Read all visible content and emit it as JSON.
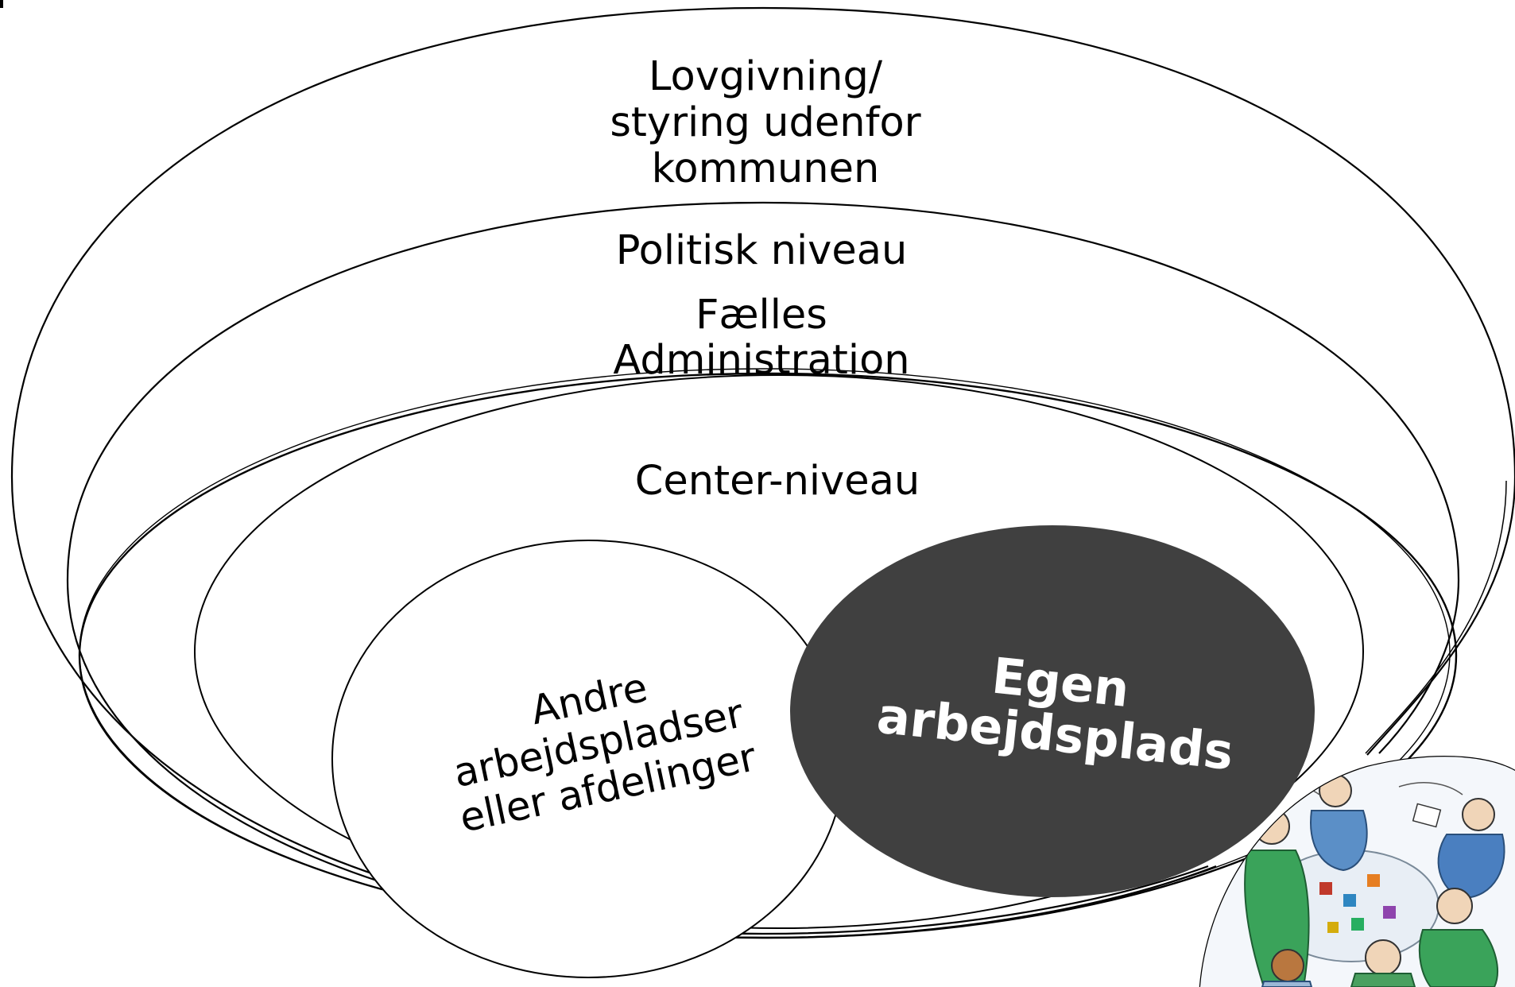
{
  "diagram": {
    "levels": {
      "level1": {
        "line1": "Lovgivning/",
        "line2": "styring udenfor",
        "line3": "kommunen"
      },
      "level2": {
        "label": "Politisk niveau"
      },
      "level3": {
        "line1": "Fælles",
        "line2": "Administration"
      },
      "level4": {
        "label": "Center-niveau"
      },
      "other": {
        "line1": "Andre",
        "line2": "arbejdspladser",
        "line3": "eller afdelinger"
      },
      "own": {
        "line1": "Egen",
        "line2": "arbejdsplads"
      }
    },
    "colors": {
      "outline": "#000000",
      "background": "#ffffff",
      "own_fill": "#404040",
      "own_text": "#ffffff"
    },
    "illustration": "people-around-table-illustration"
  }
}
